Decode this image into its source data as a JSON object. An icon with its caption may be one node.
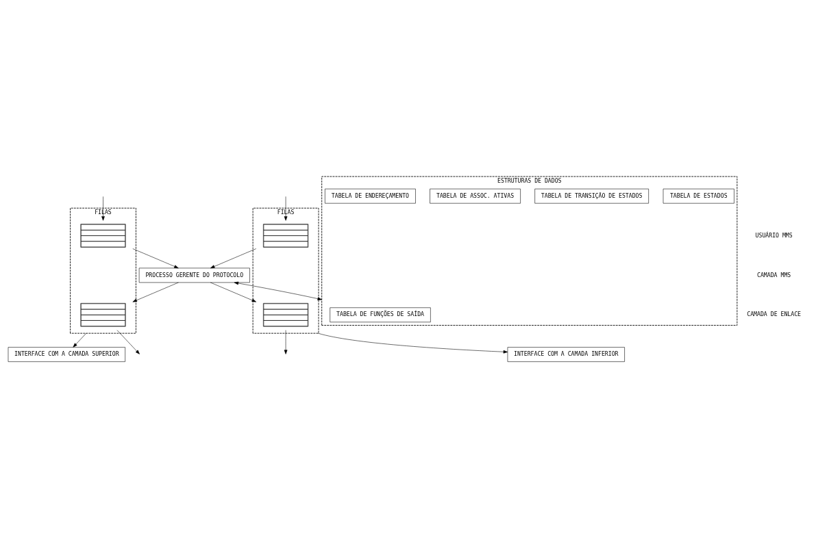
{
  "diagram": {
    "nodes": [
      {
        "text": [
          "FILAS"
        ]
      },
      {
        "text": [],
        "shape": "box",
        "in": 0
      },
      {
        "text": [],
        "shape": "box",
        "in": 0
      },
      {
        "text": [
          "INTERFACE COM A CAMADA SUPERIOR"
        ]
      },
      {
        "text": [
          "PROCESSO GERENTE DO PROTOCOLO"
        ]
      },
      {
        "text": [
          "ESTRUTURAS DE DADOS"
        ]
      },
      {
        "text": [
          "TABELA DE ESTADOS"
        ],
        "in": 5
      },
      {
        "text": [
          "TABELA DE TRANSIÇÃO DE ESTADOS"
        ],
        "in": 5
      },
      {
        "text": [
          "TABELA DE FUNÇÕES DE SAÍDA"
        ],
        "in": 5
      },
      {
        "text": [
          "TABELA DE ASSOC. ATIVAS"
        ],
        "in": 5
      },
      {
        "text": [
          "TABELA DE ENDEREÇAMENTO"
        ],
        "in": 5
      },
      {
        "text": [
          "FILAS"
        ]
      },
      {
        "text": [],
        "shape": "box",
        "in": 11
      },
      {
        "text": [],
        "shape": "box",
        "in": 11
      },
      {
        "text": [
          "INTERFACE COM A CAMADA INFERIOR"
        ]
      }
    ],
    "edges": [
      {
        "from": null,
        "to": 1,
        "arrow": "to"
      },
      {
        "from": 1,
        "to": 4,
        "arrow": "to"
      },
      {
        "from": 4,
        "to": 2,
        "arrow": "to"
      },
      {
        "from": 2,
        "to": null,
        "arrow": "to"
      },
      {
        "from": 0,
        "to": 3,
        "arrow": "to"
      },
      {
        "from": 4,
        "to": 5,
        "arrow": "both"
      },
      {
        "from": 12,
        "to": 4,
        "arrow": "to"
      },
      {
        "from": null,
        "to": 12,
        "arrow": "to"
      },
      {
        "from": 4,
        "to": 13,
        "arrow": "to"
      },
      {
        "from": 13,
        "to": null,
        "arrow": "to"
      },
      {
        "from": 11,
        "to": 14,
        "arrow": "to"
      }
    ],
    "labels": [
      "USUÁRIO MMS",
      "CAMADA MMS",
      "CAMADA DE ENLACE"
    ]
  }
}
